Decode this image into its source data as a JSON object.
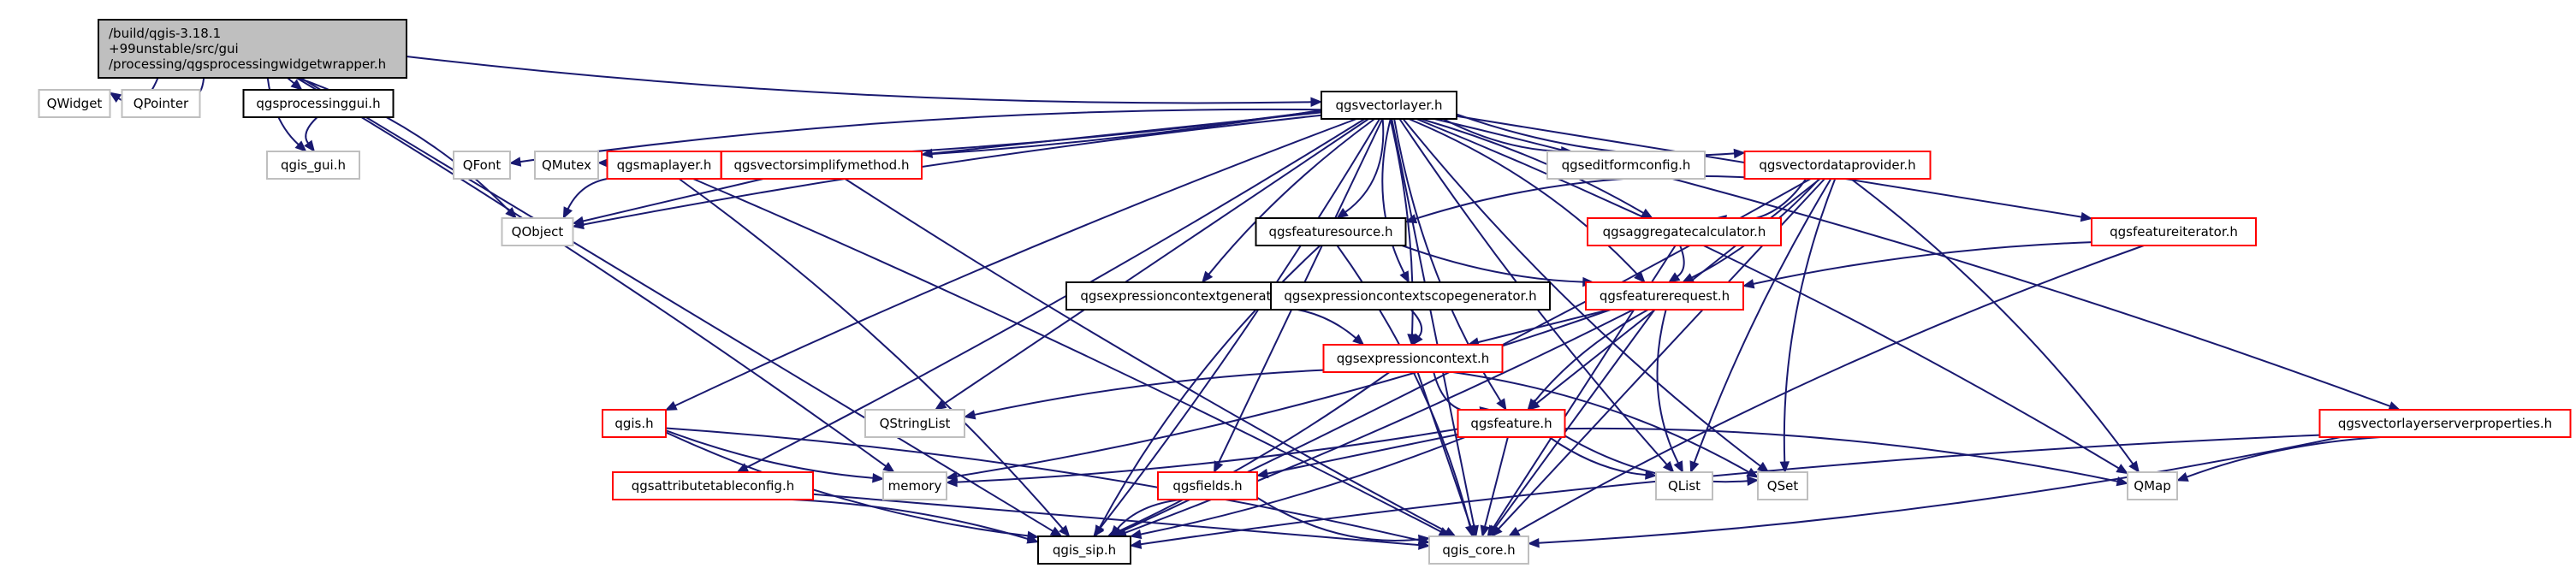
{
  "diagram": {
    "type": "include-dependency-graph",
    "colors": {
      "root_fill": "#bfbfbf",
      "root_border": "#000000",
      "documented_border": "#000000",
      "incomplete_border": "#ff0000",
      "external_border": "#bfbfbf",
      "edge": "#191970",
      "background": "#ffffff"
    },
    "nodes": [
      {
        "id": "root",
        "kind": "root",
        "lines": [
          "/build/qgis-3.18.1",
          "+99unstable/src/gui",
          "/processing/qgsprocessingwidgetwrapper.h"
        ]
      },
      {
        "id": "QWidget",
        "kind": "external",
        "lines": [
          "QWidget"
        ]
      },
      {
        "id": "QPointer",
        "kind": "external",
        "lines": [
          "QPointer"
        ]
      },
      {
        "id": "qgsprocessinggui",
        "kind": "documented",
        "lines": [
          "qgsprocessinggui.h"
        ]
      },
      {
        "id": "qgis_gui",
        "kind": "external",
        "lines": [
          "qgis_gui.h"
        ]
      },
      {
        "id": "qgsvectorlayer",
        "kind": "documented",
        "lines": [
          "qgsvectorlayer.h"
        ]
      },
      {
        "id": "QFont",
        "kind": "external",
        "lines": [
          "QFont"
        ]
      },
      {
        "id": "QMutex",
        "kind": "external",
        "lines": [
          "QMutex"
        ]
      },
      {
        "id": "qgsmaplayer",
        "kind": "incomplete",
        "lines": [
          "qgsmaplayer.h"
        ]
      },
      {
        "id": "qgsvectorsimplifymethod",
        "kind": "incomplete",
        "lines": [
          "qgsvectorsimplifymethod.h"
        ]
      },
      {
        "id": "qgseditformconfig",
        "kind": "external",
        "lines": [
          "qgseditformconfig.h"
        ]
      },
      {
        "id": "qgsvectordataprovider",
        "kind": "incomplete",
        "lines": [
          "qgsvectordataprovider.h"
        ]
      },
      {
        "id": "QObject",
        "kind": "external",
        "lines": [
          "QObject"
        ]
      },
      {
        "id": "qgsfeaturesource",
        "kind": "documented",
        "lines": [
          "qgsfeaturesource.h"
        ]
      },
      {
        "id": "qgsaggregatecalculator",
        "kind": "incomplete",
        "lines": [
          "qgsaggregatecalculator.h"
        ]
      },
      {
        "id": "qgsfeatureiterator",
        "kind": "incomplete",
        "lines": [
          "qgsfeatureiterator.h"
        ]
      },
      {
        "id": "qgsexpressioncontextgenerator",
        "kind": "documented",
        "lines": [
          "qgsexpressioncontextgenerator.h"
        ]
      },
      {
        "id": "qgsexpressioncontextscopegenerator",
        "kind": "documented",
        "lines": [
          "qgsexpressioncontextscopegenerator.h"
        ]
      },
      {
        "id": "qgsfeaturerequest",
        "kind": "incomplete",
        "lines": [
          "qgsfeaturerequest.h"
        ]
      },
      {
        "id": "qgsexpressioncontext",
        "kind": "incomplete",
        "lines": [
          "qgsexpressioncontext.h"
        ]
      },
      {
        "id": "QStringList",
        "kind": "external",
        "lines": [
          "QStringList"
        ]
      },
      {
        "id": "qgis",
        "kind": "incomplete",
        "lines": [
          "qgis.h"
        ]
      },
      {
        "id": "qgsfeature",
        "kind": "incomplete",
        "lines": [
          "qgsfeature.h"
        ]
      },
      {
        "id": "qgsvectorlayerserverproperties",
        "kind": "incomplete",
        "lines": [
          "qgsvectorlayerserverproperties.h"
        ]
      },
      {
        "id": "memory",
        "kind": "external",
        "lines": [
          "memory"
        ]
      },
      {
        "id": "qgsattributetableconfig",
        "kind": "incomplete",
        "lines": [
          "qgsattributetableconfig.h"
        ]
      },
      {
        "id": "qgsfields",
        "kind": "incomplete",
        "lines": [
          "qgsfields.h"
        ]
      },
      {
        "id": "QList",
        "kind": "external",
        "lines": [
          "QList"
        ]
      },
      {
        "id": "QSet",
        "kind": "external",
        "lines": [
          "QSet"
        ]
      },
      {
        "id": "QMap",
        "kind": "external",
        "lines": [
          "QMap"
        ]
      },
      {
        "id": "qgis_sip",
        "kind": "documented",
        "lines": [
          "qgis_sip.h"
        ]
      },
      {
        "id": "qgis_core",
        "kind": "external",
        "lines": [
          "qgis_core.h"
        ]
      }
    ],
    "edges": [
      [
        "root",
        "QWidget"
      ],
      [
        "root",
        "QPointer"
      ],
      [
        "root",
        "qgsprocessinggui"
      ],
      [
        "root",
        "qgis_gui"
      ],
      [
        "root",
        "qgsvectorlayer"
      ],
      [
        "root",
        "QObject"
      ],
      [
        "root",
        "memory"
      ],
      [
        "root",
        "qgis_sip"
      ],
      [
        "qgsprocessinggui",
        "qgis_gui"
      ],
      [
        "qgsvectorlayer",
        "QFont"
      ],
      [
        "qgsvectorlayer",
        "QMutex"
      ],
      [
        "qgsvectorlayer",
        "qgsmaplayer"
      ],
      [
        "qgsvectorlayer",
        "qgsvectorsimplifymethod"
      ],
      [
        "qgsvectorlayer",
        "qgseditformconfig"
      ],
      [
        "qgsvectorlayer",
        "qgsvectordataprovider"
      ],
      [
        "qgsvectorlayer",
        "qgsfeaturesource"
      ],
      [
        "qgsvectorlayer",
        "qgsaggregatecalculator"
      ],
      [
        "qgsvectorlayer",
        "qgsfeatureiterator"
      ],
      [
        "qgsvectorlayer",
        "qgsexpressioncontextgenerator"
      ],
      [
        "qgsvectorlayer",
        "qgsexpressioncontextscopegenerator"
      ],
      [
        "qgsvectorlayer",
        "qgsfeaturerequest"
      ],
      [
        "qgsvectorlayer",
        "qgsexpressioncontext"
      ],
      [
        "qgsvectorlayer",
        "QStringList"
      ],
      [
        "qgsvectorlayer",
        "qgis"
      ],
      [
        "qgsvectorlayer",
        "qgsfeature"
      ],
      [
        "qgsvectorlayer",
        "qgsvectorlayerserverproperties"
      ],
      [
        "qgsvectorlayer",
        "qgsattributetableconfig"
      ],
      [
        "qgsvectorlayer",
        "qgsfields"
      ],
      [
        "qgsvectorlayer",
        "QList"
      ],
      [
        "qgsvectorlayer",
        "QSet"
      ],
      [
        "qgsvectorlayer",
        "QMap"
      ],
      [
        "qgsvectorlayer",
        "qgis_sip"
      ],
      [
        "qgsvectorlayer",
        "qgis_core"
      ],
      [
        "qgsvectorlayer",
        "QObject"
      ],
      [
        "qgsmaplayer",
        "QObject"
      ],
      [
        "qgsmaplayer",
        "qgis_sip"
      ],
      [
        "qgsmaplayer",
        "qgis_core"
      ],
      [
        "qgsvectorsimplifymethod",
        "QObject"
      ],
      [
        "qgsvectorsimplifymethod",
        "qgis_core"
      ],
      [
        "qgsvectordataprovider",
        "qgsfeaturesource"
      ],
      [
        "qgsvectordataprovider",
        "qgsaggregatecalculator"
      ],
      [
        "qgsvectordataprovider",
        "qgsfeaturerequest"
      ],
      [
        "qgsvectordataprovider",
        "qgsfeature"
      ],
      [
        "qgsvectordataprovider",
        "QList"
      ],
      [
        "qgsvectordataprovider",
        "QSet"
      ],
      [
        "qgsvectordataprovider",
        "QMap"
      ],
      [
        "qgsvectordataprovider",
        "qgis_sip"
      ],
      [
        "qgsvectordataprovider",
        "qgis_core"
      ],
      [
        "qgsfeaturesource",
        "qgsfeaturerequest"
      ],
      [
        "qgsfeaturesource",
        "qgis_sip"
      ],
      [
        "qgsfeaturesource",
        "qgis_core"
      ],
      [
        "qgsaggregatecalculator",
        "qgsfeaturerequest"
      ],
      [
        "qgsaggregatecalculator",
        "qgis_core"
      ],
      [
        "qgsfeatureiterator",
        "qgsfeaturerequest"
      ],
      [
        "qgsfeatureiterator",
        "qgis_core"
      ],
      [
        "qgsexpressioncontextgenerator",
        "qgsexpressioncontext"
      ],
      [
        "qgsexpressioncontextscopegenerator",
        "qgsexpressioncontext"
      ],
      [
        "qgsfeaturerequest",
        "qgsexpressioncontext"
      ],
      [
        "qgsfeaturerequest",
        "qgsfeature"
      ],
      [
        "qgsfeaturerequest",
        "QList"
      ],
      [
        "qgsfeaturerequest",
        "memory"
      ],
      [
        "qgsfeaturerequest",
        "qgis_sip"
      ],
      [
        "qgsfeaturerequest",
        "qgis_core"
      ],
      [
        "qgsexpressioncontext",
        "QStringList"
      ],
      [
        "qgsexpressioncontext",
        "qgsfeature"
      ],
      [
        "qgsexpressioncontext",
        "QSet"
      ],
      [
        "qgsexpressioncontext",
        "qgis_sip"
      ],
      [
        "qgsexpressioncontext",
        "qgis_core"
      ],
      [
        "qgis",
        "memory"
      ],
      [
        "qgis",
        "qgis_sip"
      ],
      [
        "qgis",
        "qgis_core"
      ],
      [
        "qgsfeature",
        "memory"
      ],
      [
        "qgsfeature",
        "qgsfields"
      ],
      [
        "qgsfeature",
        "QList"
      ],
      [
        "qgsfeature",
        "QSet"
      ],
      [
        "qgsfeature",
        "QMap"
      ],
      [
        "qgsfeature",
        "qgis_sip"
      ],
      [
        "qgsfeature",
        "qgis_core"
      ],
      [
        "qgsvectorlayerserverproperties",
        "QMap"
      ],
      [
        "qgsvectorlayerserverproperties",
        "qgis_sip"
      ],
      [
        "qgsvectorlayerserverproperties",
        "qgis_core"
      ],
      [
        "qgsattributetableconfig",
        "qgis_sip"
      ],
      [
        "qgsattributetableconfig",
        "qgis_core"
      ],
      [
        "qgsfields",
        "qgis_sip"
      ],
      [
        "qgsfields",
        "qgis_core"
      ]
    ]
  }
}
